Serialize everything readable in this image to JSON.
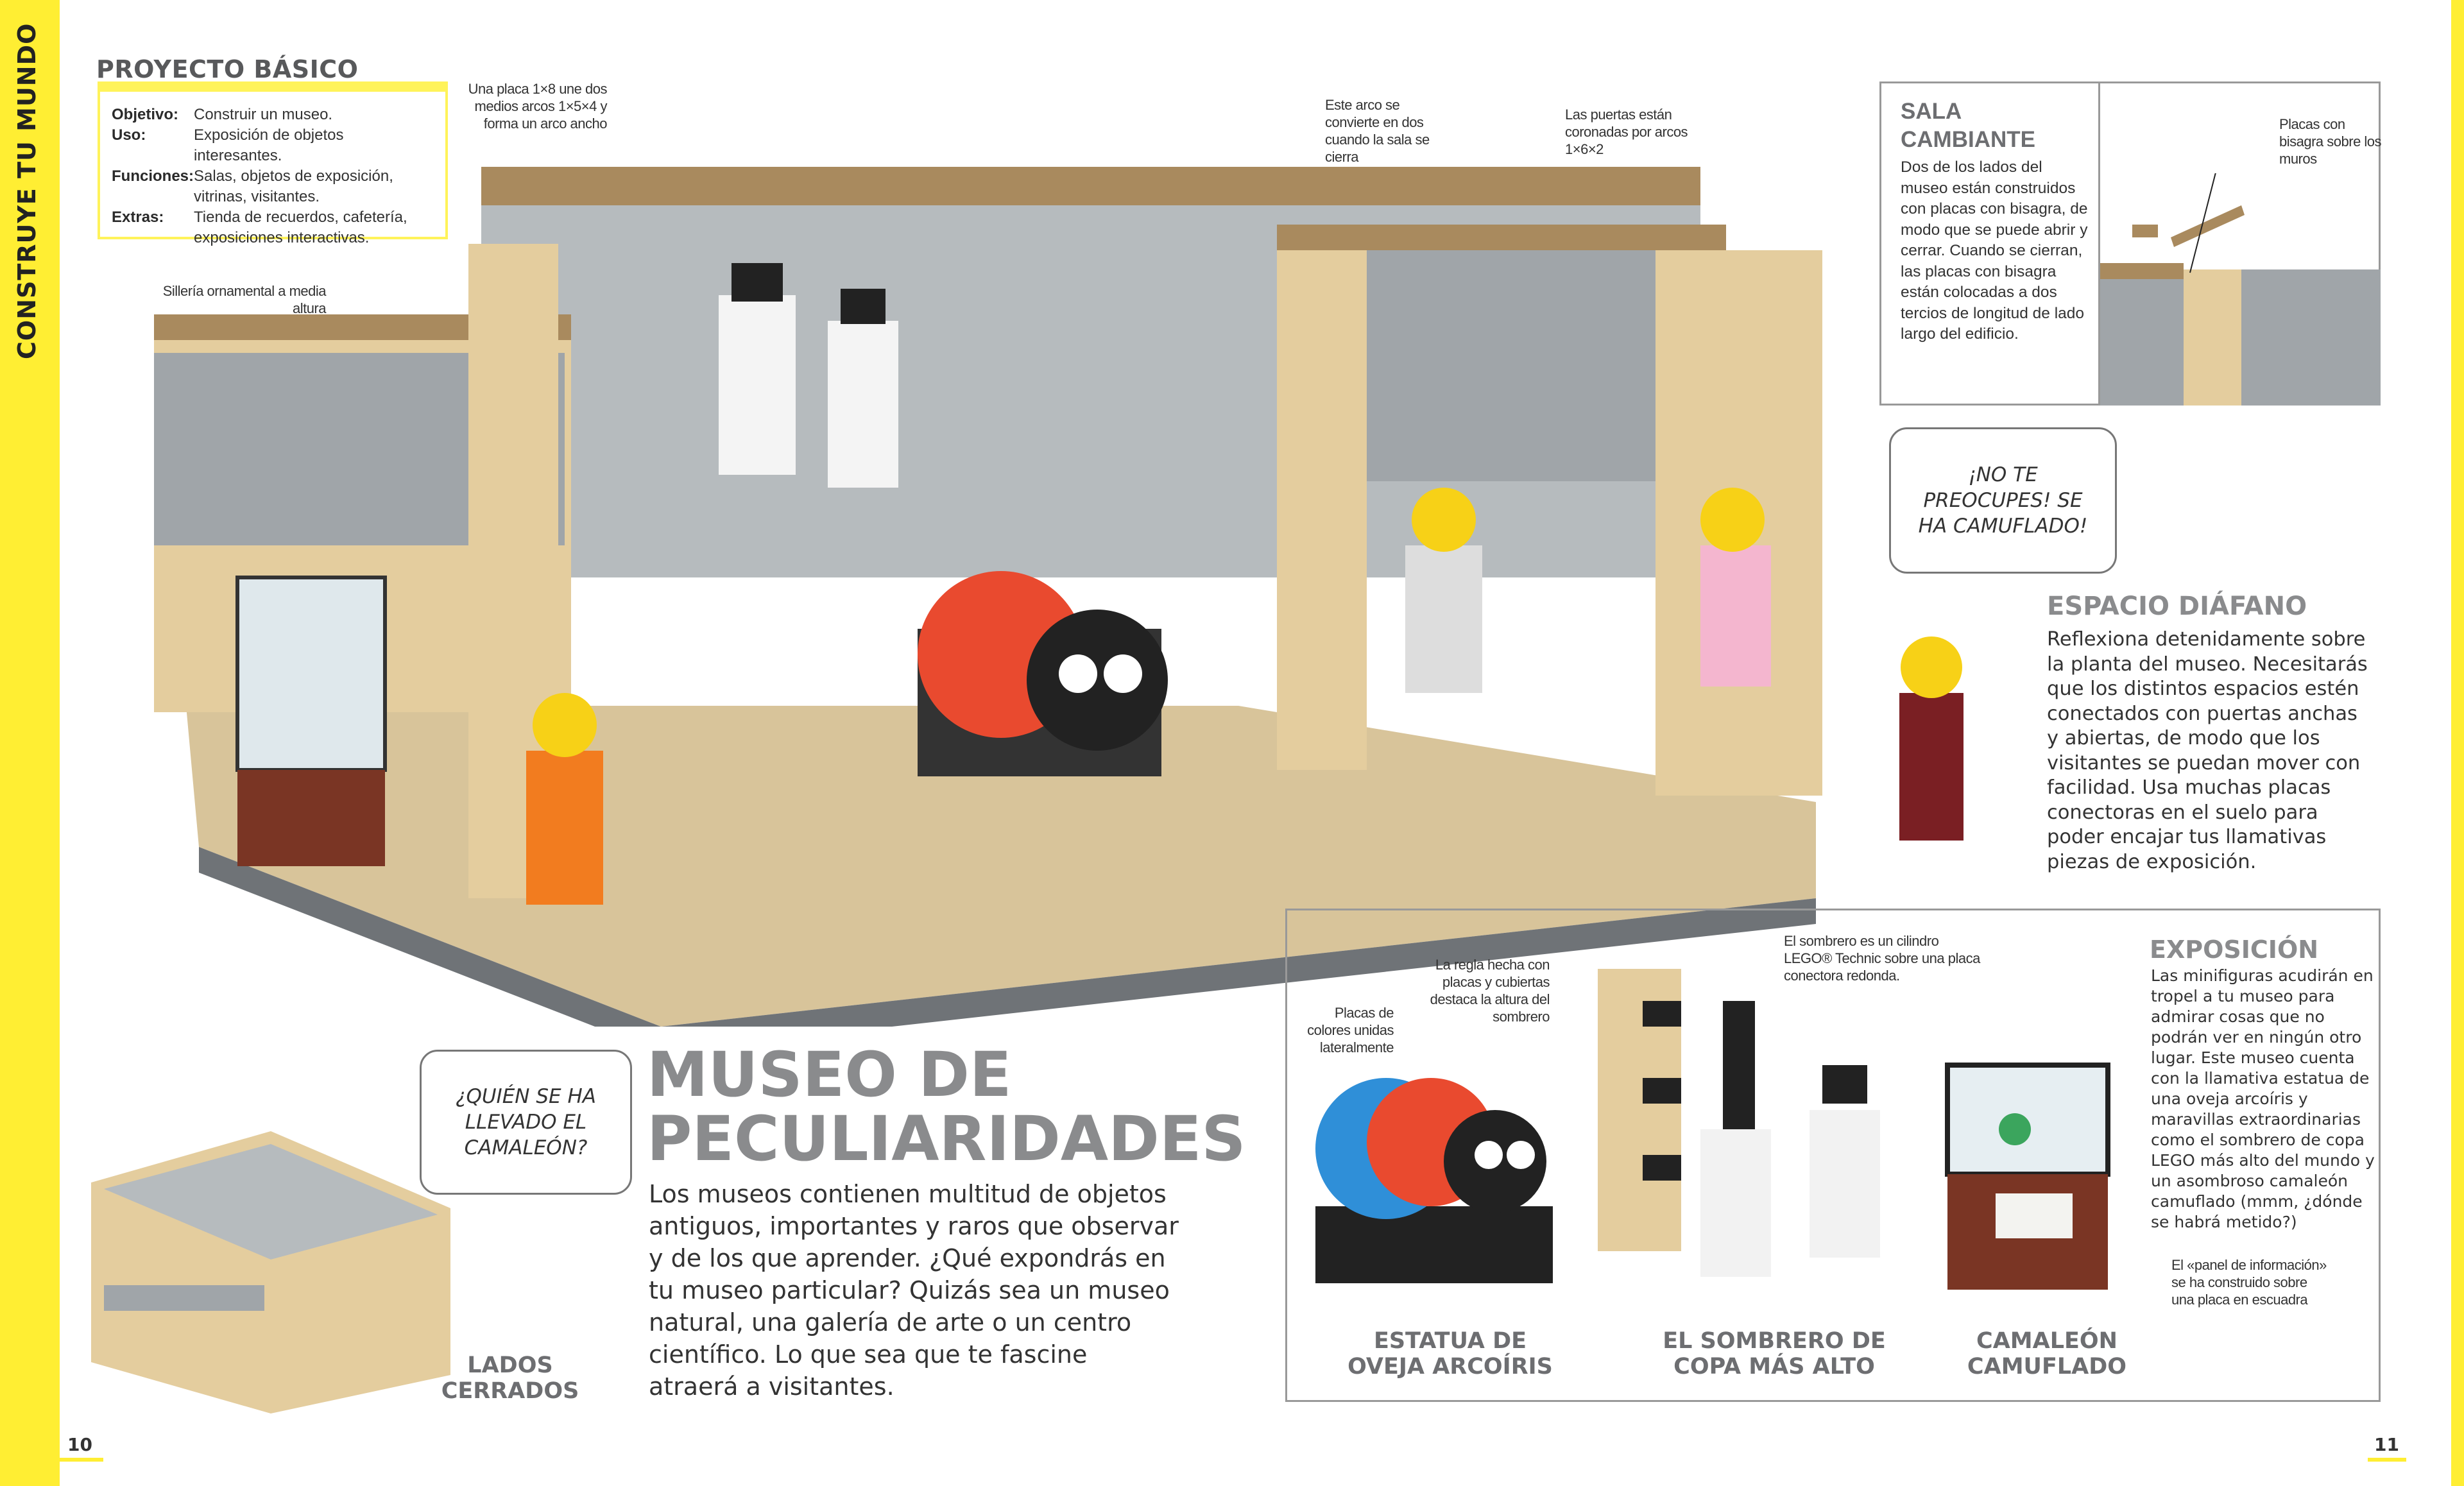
{
  "section": "CONSTRUYE TU MUNDO",
  "proyecto_basico": {
    "title": "PROYECTO BÁSICO",
    "rows": [
      {
        "key": "Objetivo:",
        "value": "Construir un museo."
      },
      {
        "key": "Uso:",
        "value": "Exposición de objetos interesantes."
      },
      {
        "key": "Funciones:",
        "value": "Salas, objetos de exposición, vitrinas, visitantes."
      },
      {
        "key": "Extras:",
        "value": "Tienda de recuerdos, cafetería, exposiciones interactivas."
      }
    ]
  },
  "captions": {
    "silleria": "Sillería ornamental a media altura",
    "placa": "Una placa 1×8 une dos medios arcos 1×5×4 y forma un arco ancho",
    "arco": "Este arco se convierte en dos cuando la sala se cierra",
    "puertas": "Las puertas están coronadas por arcos 1×6×2",
    "bisagra": "Placas con bisagra sobre los muros"
  },
  "sala_cambiante": {
    "title": "SALA CAMBIANTE",
    "body": "Dos de los lados del museo están construidos con placas con bisagra, de modo que se puede abrir y cerrar. Cuando se cierran, las placas con bisagra están colocadas a dos tercios de longitud de lado largo del edificio."
  },
  "bubble_right": "¡NO TE PREOCUPES! SE HA CAMUFLADO!",
  "bubble_left": "¿QUIÉN SE HA LLEVADO EL CAMALEÓN?",
  "espacio_diafano": {
    "title": "ESPACIO DIÁFANO",
    "body": "Reflexiona detenidamente sobre la planta del museo. Necesitarás que los distintos espacios estén conectados con puertas anchas y abiertas, de modo que los visitantes se puedan mover con facilidad. Usa muchas placas conectoras en el suelo para poder encajar tus llamativas piezas de exposición."
  },
  "main": {
    "title_line1": "MUSEO DE",
    "title_line2": "PECULIARIDADES",
    "body": "Los museos contienen multitud de objetos antiguos, importantes y raros que observar y de los que aprender. ¿Qué expondrás en tu museo particular? Quizás sea un museo natural, una galería de arte o un centro científico. Lo que sea que te fascine atraerá a visitantes."
  },
  "lados_cerrados": "LADOS CERRADOS",
  "exposicion": {
    "title": "EXPOSICIÓN",
    "body": "Las minifiguras acudirán en tropel a tu museo para admirar cosas que no podrán ver en ningún otro lugar. Este museo cuenta con la llamativa estatua de una oveja arcoíris y maravillas extraordinarias como el sombrero de copa LEGO más alto del mundo y un asombroso camaleón camuflado (mmm, ¿dónde se habrá metido?)",
    "captions": {
      "placas_colores": "Placas de colores unidas lateralmente",
      "regla": "La regla hecha con placas y cubiertas destaca la altura del sombrero",
      "sombrero": "El sombrero es un cilindro LEGO® Technic sobre una placa conectora redonda.",
      "panel": "El «panel de información» se ha construido sobre una placa en escuadra"
    },
    "items": [
      {
        "label": "ESTATUA DE OVEJA ARCOÍRIS"
      },
      {
        "label": "EL SOMBRERO DE COPA MÁS ALTO"
      },
      {
        "label": "CAMALEÓN CAMUFLADO"
      }
    ]
  },
  "page_numbers": {
    "left": "10",
    "right": "11"
  },
  "colors": {
    "accent": "#ffee33",
    "heading_gray": "#8a8b8d",
    "tan": "#e4cd9e",
    "dark_tan": "#a98a5e",
    "gray": "#a0a5a9"
  }
}
